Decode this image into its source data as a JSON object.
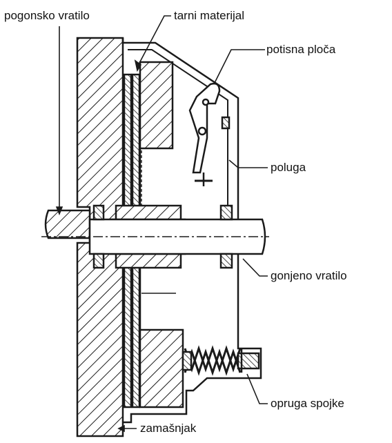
{
  "labels": {
    "pogonsko_vratilo": "pogonsko vratilo",
    "tarni_materijal": "tarni materijal",
    "potisna_ploca": "potisna ploča",
    "poluga": "poluga",
    "gonjeno_vratilo": "gonjeno vratilo",
    "opruga_spojke": "opruga spojke",
    "zamasnjak": "zamašnjak"
  },
  "colors": {
    "ink": "#1a1a1a",
    "paper": "#ffffff"
  }
}
